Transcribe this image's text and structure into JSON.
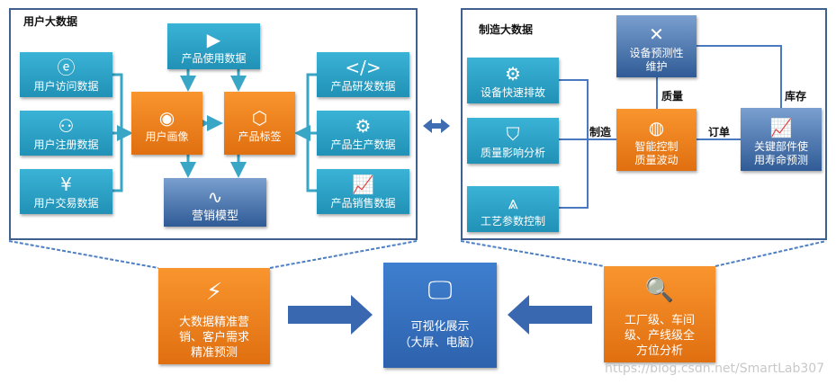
{
  "user_panel": {
    "title": "用户大数据",
    "left": [
      {
        "label": "用户访问数据",
        "icon": "ie-icon"
      },
      {
        "label": "用户注册数据",
        "icon": "user-icon"
      },
      {
        "label": "用户交易数据",
        "icon": "yen-icon"
      }
    ],
    "top": {
      "label": "产品使用数据",
      "icon": "play-icon"
    },
    "right": [
      {
        "label": "产品研发数据",
        "icon": "code-window-icon"
      },
      {
        "label": "产品生产数据",
        "icon": "gear-icon"
      },
      {
        "label": "产品销售数据",
        "icon": "bar-chart-icon"
      }
    ],
    "portrait": "用户画像",
    "tags": "产品标签",
    "model": "营销模型"
  },
  "mfg_panel": {
    "title": "制造大数据",
    "left": [
      {
        "label": "设备快速排故",
        "icon": "gear-icon"
      },
      {
        "label": "质量影响分析",
        "icon": "shield-icon"
      },
      {
        "label": "工艺参数控制",
        "icon": "compass-icon"
      }
    ],
    "maintenance": [
      "设备预测性",
      "维护"
    ],
    "control": [
      "智能控制",
      "质量波动"
    ],
    "lifetime": [
      "关键部件使",
      "用寿命预测"
    ],
    "edges": {
      "manufacture": "制造",
      "quality": "质量",
      "order": "订单",
      "inventory": "库存"
    }
  },
  "bottom": {
    "left": [
      "大数据精准营",
      "销、客户需求",
      "精准预测"
    ],
    "center": [
      "可视化展示",
      "（大屏、电脑）"
    ],
    "right": [
      "工厂级、车间",
      "级、产线级全",
      "方位分析"
    ]
  },
  "watermark": "https://blog.csdn.net/SmartLab307"
}
